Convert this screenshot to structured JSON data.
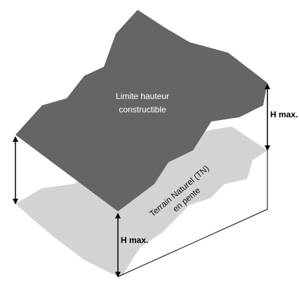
{
  "colors": {
    "upper_surface": "#656565",
    "terrain_surface": "#d3d3d3",
    "outline": "#000000",
    "background": "#ffffff"
  },
  "labels": {
    "limit_line1": "Limite hauteur",
    "limit_line2": "constructible",
    "terrain_line1": "Terrain Naturel (TN)",
    "terrain_line2": "en pente",
    "hmax_front": "H max.",
    "hmax_right": "H max."
  }
}
